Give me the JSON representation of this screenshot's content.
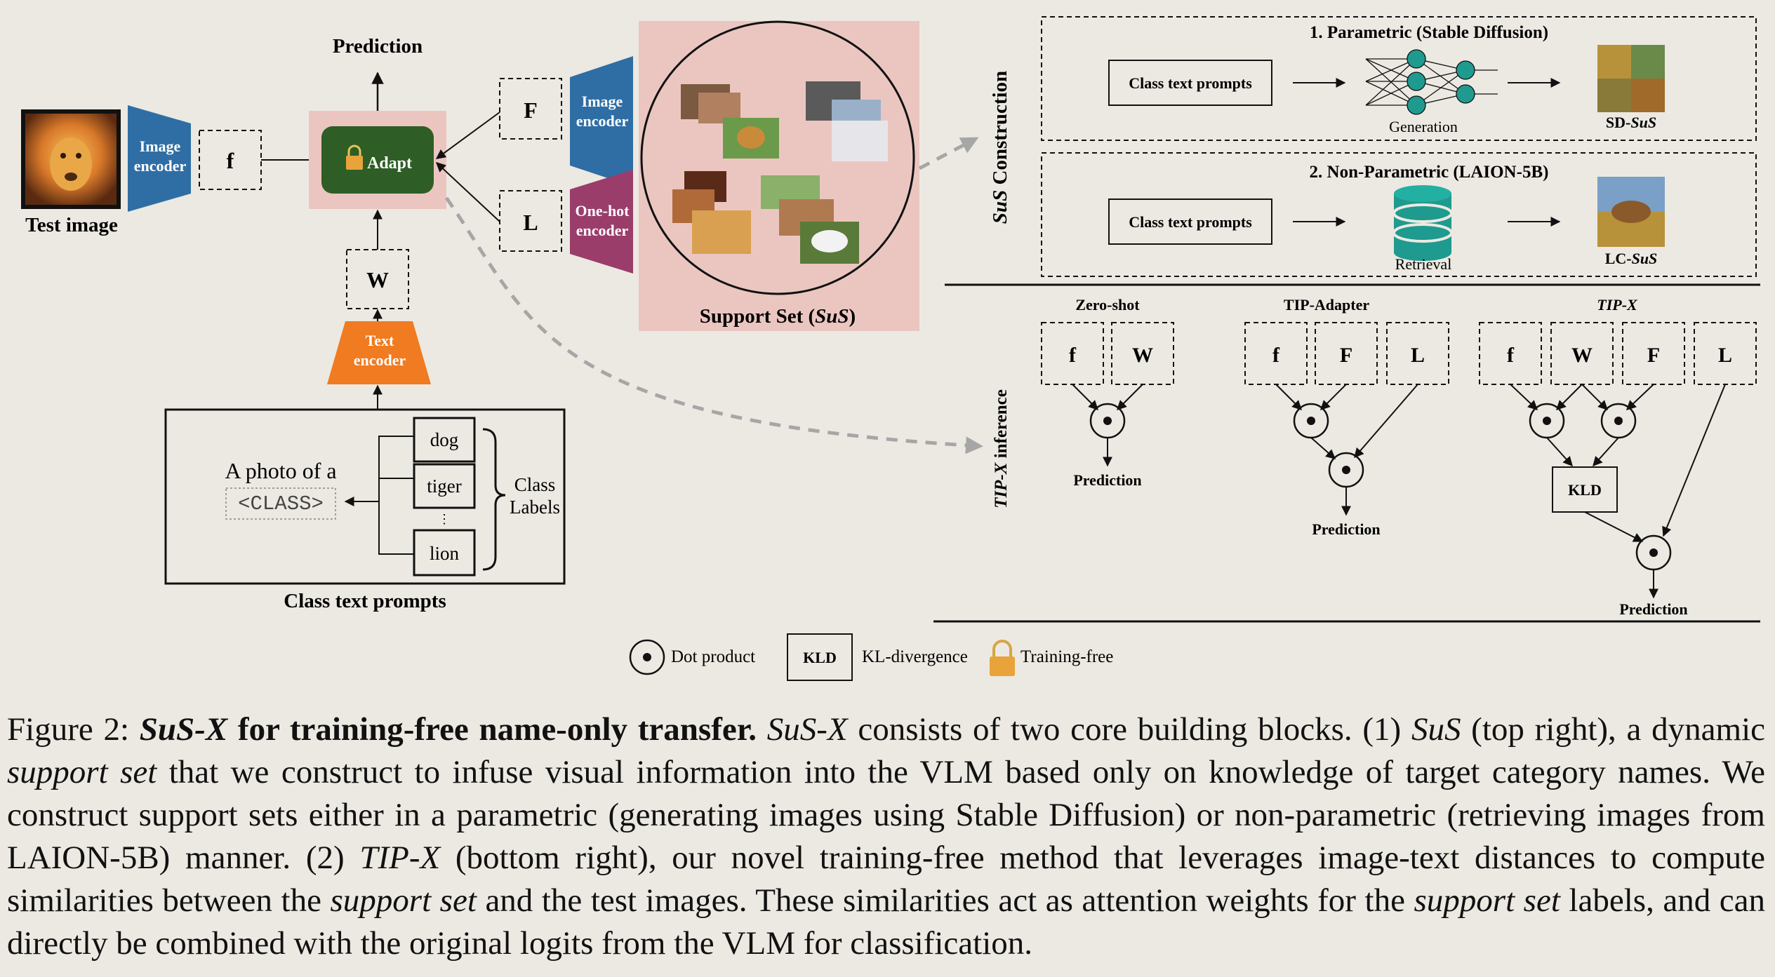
{
  "diagram": {
    "left": {
      "prediction_label": "Prediction",
      "test_image_label": "Test image",
      "image_encoder_line1": "Image",
      "image_encoder_line2": "encoder",
      "f_label": "f",
      "adapt_label": "Adapt",
      "w_label": "W",
      "text_encoder_line1": "Text",
      "text_encoder_line2": "encoder",
      "F_label": "F",
      "L_label": "L",
      "onehot_line1": "One-hot",
      "onehot_line2": "encoder",
      "support_set_caption_prefix": "Support Set (",
      "support_set_caption_italic": "SuS",
      "support_set_caption_suffix": ")",
      "prompt_phrase": "A photo of a",
      "prompt_class_token": "<CLASS>",
      "class_dog": "dog",
      "class_tiger": "tiger",
      "class_ellipsis": "⋮",
      "class_lion": "lion",
      "class_labels_line1": "Class",
      "class_labels_line2": "Labels",
      "class_text_prompts_caption": "Class text prompts"
    },
    "sus_construction": {
      "side_label_italic": "SuS",
      "side_label_rest": " Construction",
      "parametric_title": "1. Parametric (Stable Diffusion)",
      "parametric_prompt_box": "Class text prompts",
      "generation_label": "Generation",
      "sd_sus_prefix": "SD-",
      "sd_sus_italic": "SuS",
      "nonparametric_title": "2. Non-Parametric (LAION-5B)",
      "nonparametric_prompt_box": "Class text prompts",
      "retrieval_label": "Retrieval",
      "lc_sus_prefix": "LC-",
      "lc_sus_italic": "SuS"
    },
    "tipx_inference": {
      "side_label_italic": "TIP-X",
      "side_label_rest": " inference",
      "zero_shot_title": "Zero-shot",
      "tip_adapter_title": "TIP-Adapter",
      "tipx_title": "TIP-X",
      "zs_f": "f",
      "zs_w": "W",
      "ta_f": "f",
      "ta_F": "F",
      "ta_L": "L",
      "tx_f": "f",
      "tx_w": "W",
      "tx_F": "F",
      "tx_L": "L",
      "kld": "KLD",
      "prediction_zs": "Prediction",
      "prediction_ta": "Prediction",
      "prediction_tx": "Prediction"
    },
    "legend": {
      "dot_product": "Dot product",
      "kld_box": "KLD",
      "kl_divergence": "KL-divergence",
      "training_free": "Training-free"
    },
    "colors": {
      "image_encoder": "#2f6ea5",
      "text_encoder": "#f07b20",
      "onehot_encoder": "#9a3d6b",
      "adapt": "#2e5e25",
      "support_set_bg": "#ebc6c1",
      "teal_node": "#1f9a8e",
      "lock": "#e8a33a"
    }
  },
  "caption": {
    "figure_label": "Figure 2:",
    "title_italic": "SuS-X",
    "title_rest": " for training-free name-only transfer.",
    "body_1_italic": "SuS-X",
    "body_1": " consists of two core building blocks. (1) ",
    "body_2_italic": "SuS",
    "body_2": " (top right), a dynamic ",
    "body_3_italic": "support set",
    "body_3": " that we construct to infuse visual information into the VLM based only on knowledge of target category names. We construct support sets either in a parametric (generating images using Stable Diffusion) or non-parametric (retrieving images from LAION-5B) manner. (2) ",
    "body_4_italic": "TIP-X",
    "body_4": " (bottom right), our novel training-free method that leverages image-text distances to compute similarities between the ",
    "body_5_italic": "support set",
    "body_5": " and the test images. These similarities act as attention weights for the ",
    "body_6_italic": "support set",
    "body_6": " labels, and can directly be combined with the original logits from the VLM for classification."
  }
}
